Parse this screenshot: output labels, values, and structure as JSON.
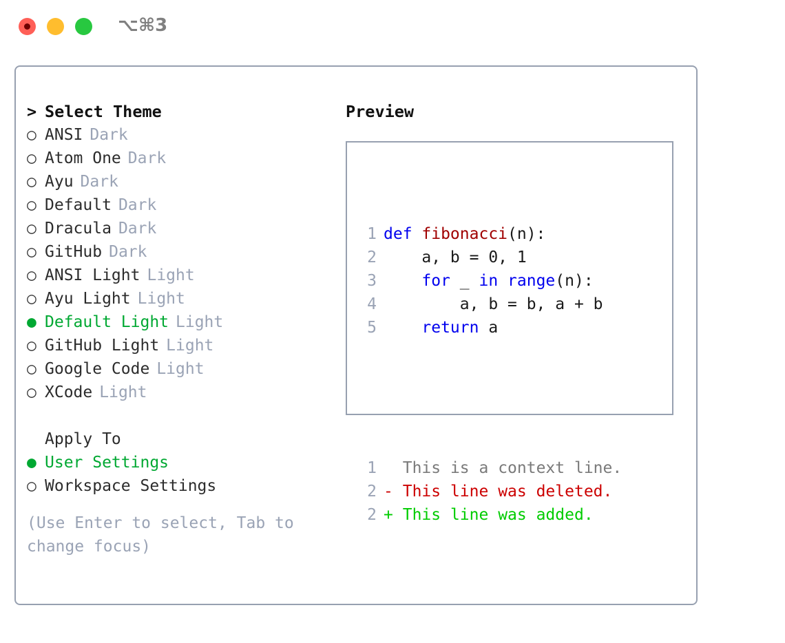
{
  "window": {
    "title": "⌥⌘3",
    "traffic_lights": [
      "close",
      "minimize",
      "zoom"
    ]
  },
  "left": {
    "heading_caret": ">",
    "heading": "Select Theme",
    "bullet_unselected": "○",
    "bullet_selected": "●",
    "themes": [
      {
        "name": "ANSI",
        "tag": "Dark",
        "selected": false
      },
      {
        "name": "Atom One",
        "tag": "Dark",
        "selected": false
      },
      {
        "name": "Ayu",
        "tag": "Dark",
        "selected": false
      },
      {
        "name": "Default",
        "tag": "Dark",
        "selected": false
      },
      {
        "name": "Dracula",
        "tag": "Dark",
        "selected": false
      },
      {
        "name": "GitHub",
        "tag": "Dark",
        "selected": false
      },
      {
        "name": "ANSI Light",
        "tag": "Light",
        "selected": false
      },
      {
        "name": "Ayu Light",
        "tag": "Light",
        "selected": false
      },
      {
        "name": "Default Light",
        "tag": "Light",
        "selected": true
      },
      {
        "name": "GitHub Light",
        "tag": "Light",
        "selected": false
      },
      {
        "name": "Google Code",
        "tag": "Light",
        "selected": false
      },
      {
        "name": "XCode",
        "tag": "Light",
        "selected": false
      }
    ],
    "apply_to_heading": "Apply To",
    "apply_to": [
      {
        "name": "User Settings",
        "selected": true
      },
      {
        "name": "Workspace Settings",
        "selected": false
      }
    ],
    "hint": "(Use Enter to select, Tab to change focus)"
  },
  "preview": {
    "title": "Preview",
    "code_lines": [
      {
        "no": "1",
        "parts": [
          {
            "t": "def ",
            "c": "kw"
          },
          {
            "t": "fibonacci",
            "c": "fn"
          },
          {
            "t": "(n):",
            "c": "plain"
          }
        ]
      },
      {
        "no": "2",
        "parts": [
          {
            "t": "    a, b = 0, 1",
            "c": "plain"
          }
        ]
      },
      {
        "no": "3",
        "parts": [
          {
            "t": "    ",
            "c": "plain"
          },
          {
            "t": "for",
            "c": "kw"
          },
          {
            "t": " _ ",
            "c": "plain"
          },
          {
            "t": "in",
            "c": "kw"
          },
          {
            "t": " ",
            "c": "plain"
          },
          {
            "t": "range",
            "c": "kw"
          },
          {
            "t": "(n):",
            "c": "plain"
          }
        ]
      },
      {
        "no": "4",
        "parts": [
          {
            "t": "        a, b = b, a + b",
            "c": "plain"
          }
        ]
      },
      {
        "no": "5",
        "parts": [
          {
            "t": "    ",
            "c": "plain"
          },
          {
            "t": "return",
            "c": "kw"
          },
          {
            "t": " a",
            "c": "plain"
          }
        ]
      }
    ],
    "diff_lines": [
      {
        "no": "1",
        "marker": " ",
        "text": "This is a context line.",
        "kind": "ctx"
      },
      {
        "no": "2",
        "marker": "-",
        "text": "This line was deleted.",
        "kind": "del"
      },
      {
        "no": "2",
        "marker": "+",
        "text": "This line was added.",
        "kind": "add"
      }
    ]
  },
  "colors": {
    "accent_green": "#00a832",
    "muted": "#9aa3b5",
    "border": "#97a0b0",
    "keyword_blue": "#0000ee",
    "function_red": "#a00000",
    "diff_delete": "#cc0000",
    "diff_add": "#00cc00",
    "light_red": "#ff5f57",
    "light_yellow": "#ffbd2e",
    "light_green": "#28c840"
  }
}
